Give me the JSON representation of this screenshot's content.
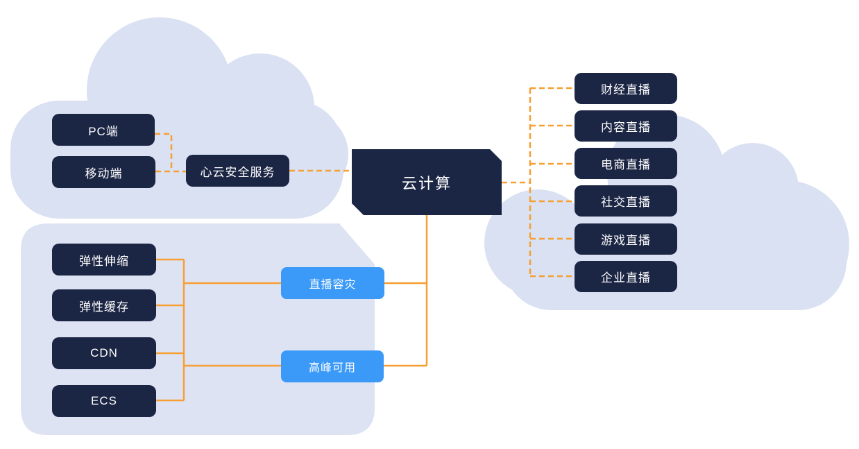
{
  "colors": {
    "node_dark": "#1b2544",
    "accent_blue": "#3b99f8",
    "connector_orange": "#f79f33",
    "cloud_fill": "#d9e1f2",
    "panel_fill": "#dde3f3",
    "node_text": "#ffffff",
    "background": "#ffffff"
  },
  "nodes": {
    "clients": [
      {
        "label": "PC端"
      },
      {
        "label": "移动端"
      }
    ],
    "security": {
      "label": "心云安全服务"
    },
    "center": {
      "label": "云计算"
    },
    "live_channels": [
      {
        "label": "财经直播"
      },
      {
        "label": "内容直播"
      },
      {
        "label": "电商直播"
      },
      {
        "label": "社交直播"
      },
      {
        "label": "游戏直播"
      },
      {
        "label": "企业直播"
      }
    ],
    "infrastructure": [
      {
        "label": "弹性伸缩"
      },
      {
        "label": "弹性缓存"
      },
      {
        "label": "CDN"
      },
      {
        "label": "ECS"
      }
    ],
    "capabilities": [
      {
        "label": "直播容灾"
      },
      {
        "label": "高峰可用"
      }
    ]
  }
}
